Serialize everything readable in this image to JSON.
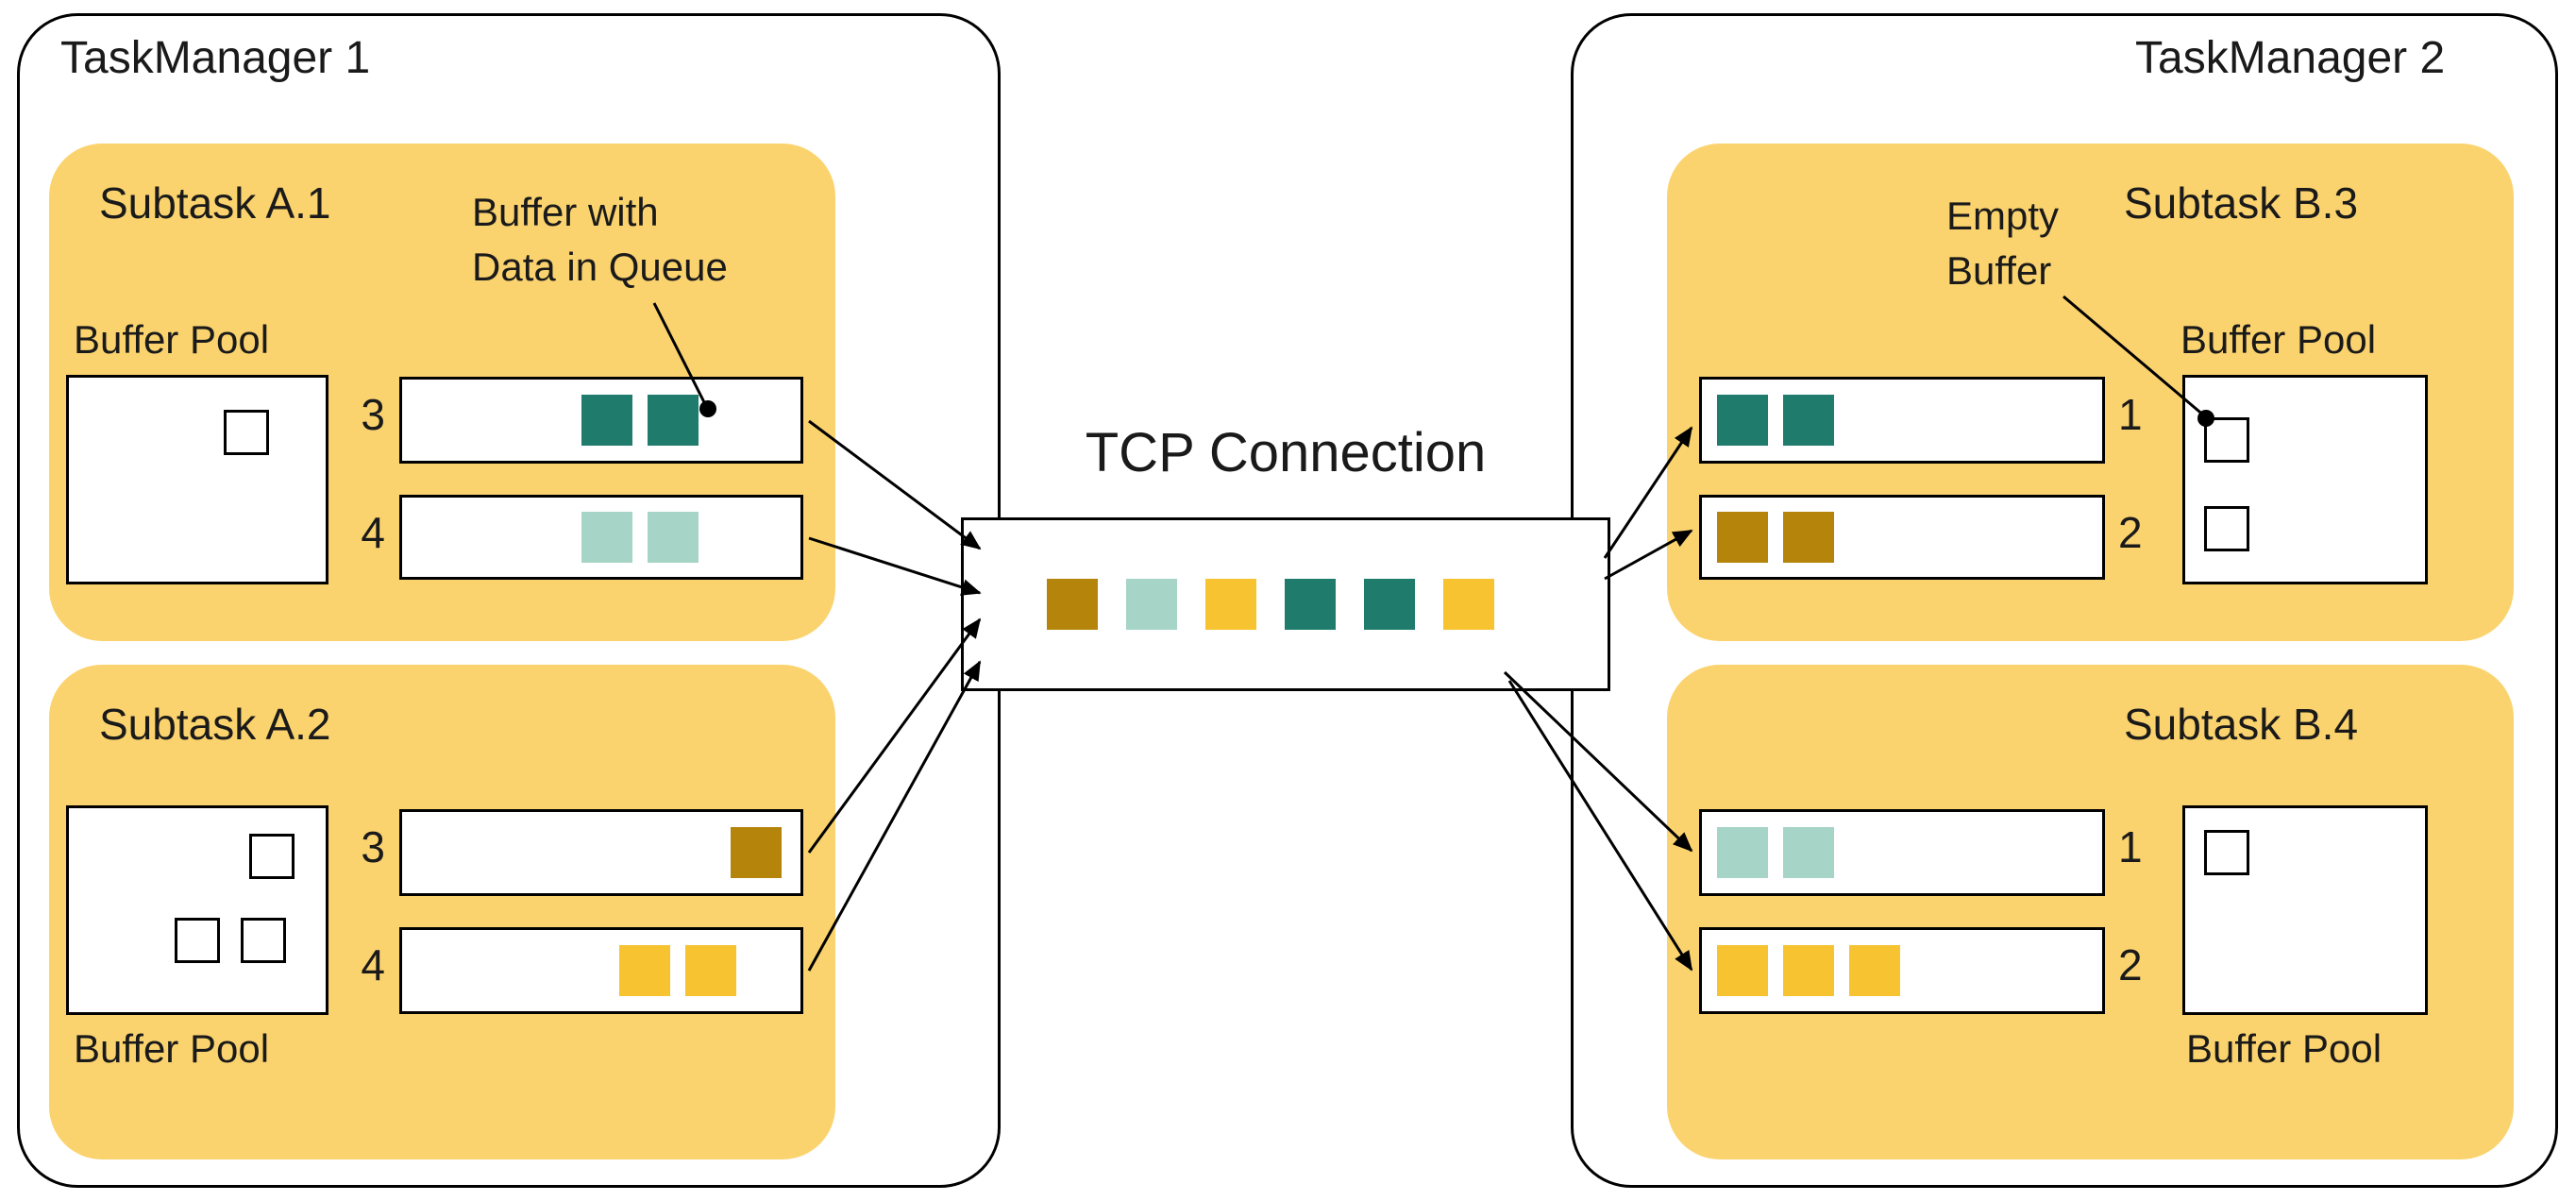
{
  "colors": {
    "panel_yellow": "#FBD36E",
    "teal_dark": "#1F7C6D",
    "teal_light": "#A6D4C6",
    "yellow": "#F7C331",
    "gold_dark": "#B5840B"
  },
  "tcp": {
    "label": "TCP Connection",
    "buffers": [
      "gold_dark",
      "teal_light",
      "yellow",
      "teal_dark",
      "teal_dark",
      "yellow"
    ]
  },
  "taskmanager1": {
    "title": "TaskManager 1",
    "subtask_a1": {
      "title": "Subtask A.1",
      "pool_label": "Buffer Pool",
      "pool_free": 1,
      "annotation_line1": "Buffer with",
      "annotation_line2": "Data in Queue",
      "queues": [
        {
          "label": "3",
          "buffers": [
            "teal_dark",
            "teal_dark"
          ]
        },
        {
          "label": "4",
          "buffers": [
            "teal_light",
            "teal_light"
          ]
        }
      ]
    },
    "subtask_a2": {
      "title": "Subtask A.2",
      "pool_label": "Buffer Pool",
      "pool_free": 3,
      "queues": [
        {
          "label": "3",
          "buffers": [
            "gold_dark"
          ]
        },
        {
          "label": "4",
          "buffers": [
            "yellow",
            "yellow"
          ]
        }
      ]
    }
  },
  "taskmanager2": {
    "title": "TaskManager 2",
    "subtask_b3": {
      "title": "Subtask B.3",
      "pool_label": "Buffer Pool",
      "pool_free": 2,
      "annotation_line1": "Empty",
      "annotation_line2": "Buffer",
      "queues": [
        {
          "label": "1",
          "buffers": [
            "teal_dark",
            "teal_dark"
          ]
        },
        {
          "label": "2",
          "buffers": [
            "gold_dark",
            "gold_dark"
          ]
        }
      ]
    },
    "subtask_b4": {
      "title": "Subtask B.4",
      "pool_label": "Buffer Pool",
      "pool_free": 1,
      "queues": [
        {
          "label": "1",
          "buffers": [
            "teal_light",
            "teal_light"
          ]
        },
        {
          "label": "2",
          "buffers": [
            "yellow",
            "yellow",
            "yellow"
          ]
        }
      ]
    }
  }
}
